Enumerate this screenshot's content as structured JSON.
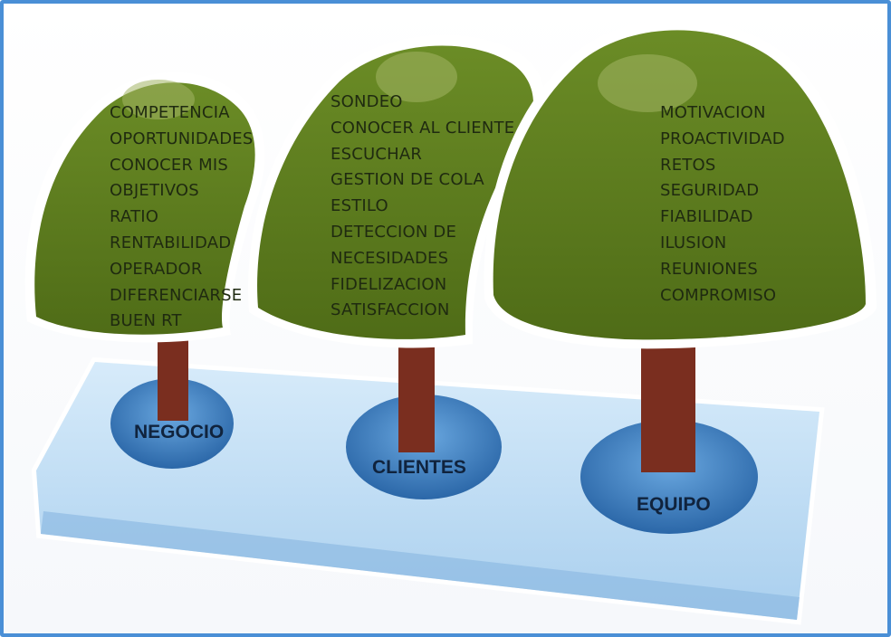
{
  "trees": [
    {
      "label": "NEGOCIO",
      "items": [
        "COMPETENCIA",
        "OPORTUNIDADES",
        "CONOCER MIS",
        "OBJETIVOS",
        "RATIO",
        "RENTABILIDAD",
        "OPERADOR",
        "DIFERENCIARSE",
        "BUEN RT"
      ]
    },
    {
      "label": "CLIENTES",
      "items": [
        "SONDEO",
        "CONOCER AL CLIENTE",
        "ESCUCHAR",
        "GESTION DE COLA",
        "ESTILO",
        "DETECCION DE",
        "NECESIDADES",
        "FIDELIZACION",
        "SATISFACCION"
      ]
    },
    {
      "label": "EQUIPO",
      "items": [
        "MOTIVACION",
        "PROACTIVIDAD",
        "RETOS",
        "SEGURIDAD",
        "FIABILIDAD",
        "ILUSION",
        "REUNIONES",
        "COMPROMISO"
      ]
    }
  ],
  "colors": {
    "foliage": "#5e7d1f",
    "foliage_highlight": "#a3b565",
    "trunk": "#7a2e1f",
    "platform": "#b9daf3",
    "pool": "#3f7fc2",
    "frame": "#4a8fd6"
  }
}
